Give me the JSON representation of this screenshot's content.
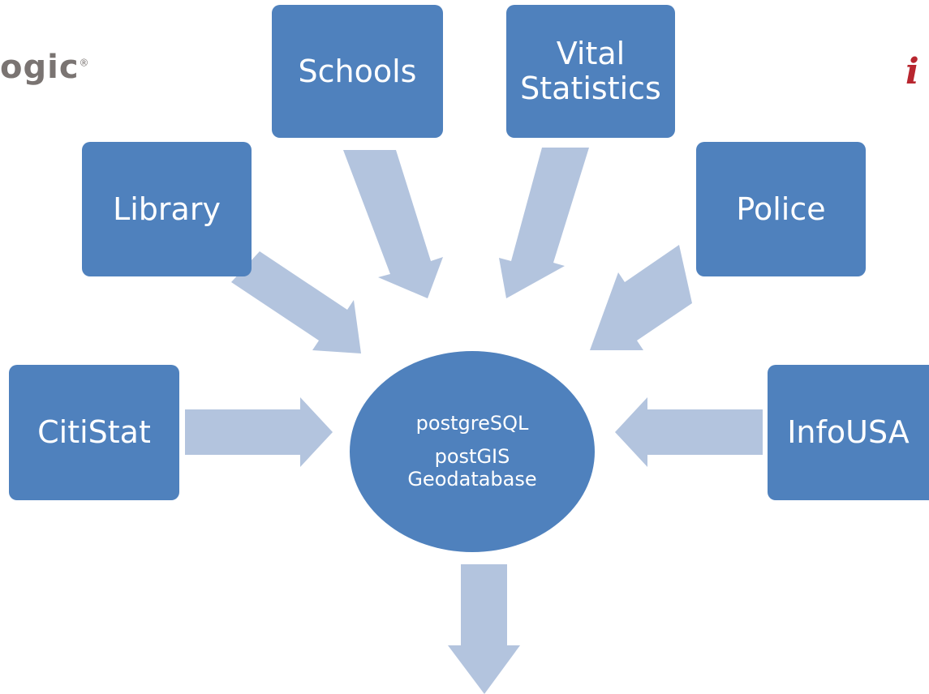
{
  "diagram": {
    "hub": {
      "line1": "postgreSQL",
      "line2": "postGIS",
      "line3": "Geodatabase"
    },
    "sources": {
      "schools": "Schools",
      "vital_statistics": "Vital\nStatistics",
      "library": "Library",
      "police": "Police",
      "cititstat": "CitiStat",
      "infousa": "InfoUSA"
    },
    "logos": {
      "left_text": "ogic",
      "left_mark": "®",
      "right_text": "i"
    },
    "colors": {
      "box_fill": "#4f81bd",
      "arrow_fill": "#b3c4de",
      "text": "#ffffff"
    }
  }
}
